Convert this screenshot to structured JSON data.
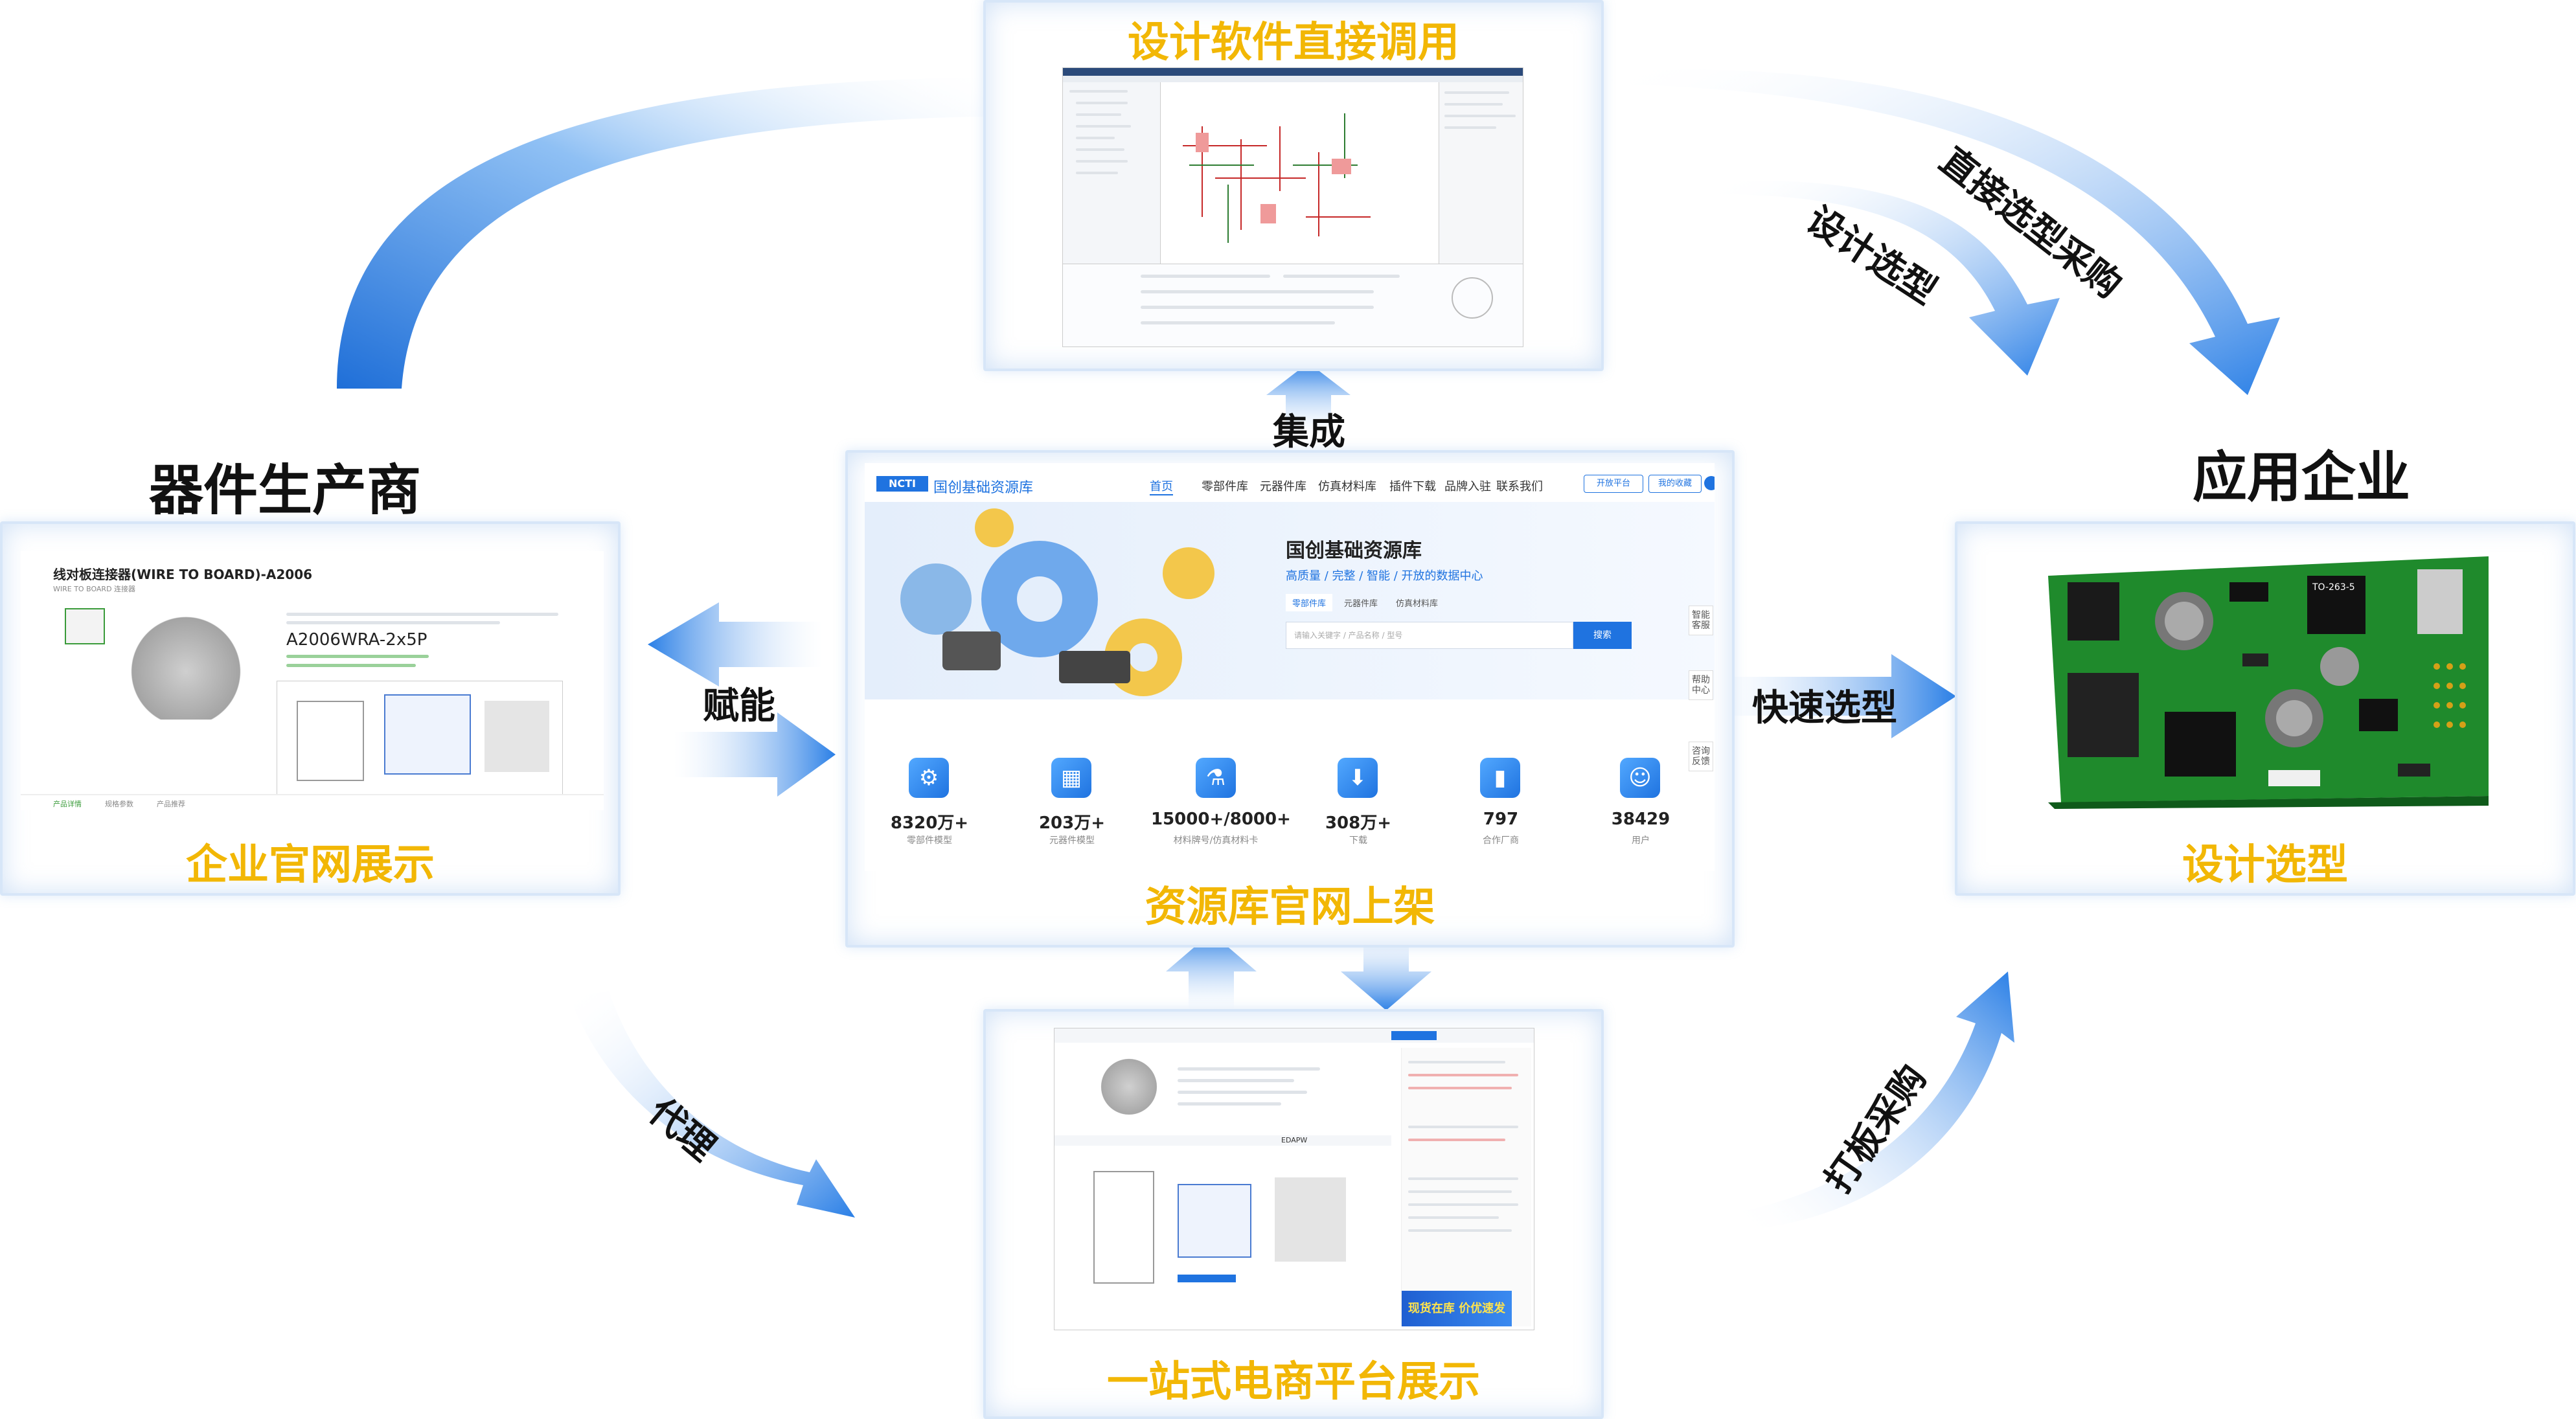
{
  "nodes": {
    "manufacturer": "器件生产商",
    "enterprise": "应用企业"
  },
  "panels": {
    "design_software": "设计软件直接调用",
    "official_site": "企业官网展示",
    "resource_library": "资源库官网上架",
    "ecommerce": "一站式电商平台展示",
    "design_selection": "设计选型"
  },
  "arrows": {
    "integrate": "集成",
    "empower": "赋能",
    "agent": "代理",
    "quick_select": "快速选型",
    "design_select": "设计选型",
    "direct_purchase": "直接选型采购",
    "prototype_purchase": "打板采购"
  },
  "official_site": {
    "title": "线对板连接器(WIRE TO BOARD)-A2006",
    "subtitle": "WIRE TO BOARD 连接器",
    "part": "A2006WRA-2x5P",
    "tabs": [
      "产品详情",
      "规格参数",
      "产品推荐"
    ]
  },
  "resource_site": {
    "logo": "国创基础资源库",
    "nav": [
      "首页",
      "零部件库",
      "元器件库",
      "仿真材料库",
      "插件下载",
      "品牌入驻",
      "联系我们"
    ],
    "hero_title": "国创基础资源库",
    "hero_sub": "高质量 / 完整 / 智能 / 开放的数据中心",
    "search_tabs": [
      "零部件库",
      "元器件库",
      "仿真材料库"
    ],
    "search_placeholder": "请输入关键字 / 产品名称 / 型号",
    "search_button": "搜索",
    "top_buttons": [
      "开放平台",
      "我的收藏"
    ],
    "side_tabs": [
      "智能客服",
      "帮助中心",
      "咨询反馈"
    ],
    "stats": [
      {
        "icon": "gear-icon",
        "value": "8320万+",
        "label": "零部件模型"
      },
      {
        "icon": "chip-icon",
        "value": "203万+",
        "label": "元器件模型"
      },
      {
        "icon": "flask-icon",
        "value": "15000+/8000+",
        "label": "材料牌号/仿真材料卡"
      },
      {
        "icon": "download-icon",
        "value": "308万+",
        "label": "下载"
      },
      {
        "icon": "building-icon",
        "value": "797",
        "label": "合作厂商"
      },
      {
        "icon": "user-icon",
        "value": "38429",
        "label": "用户"
      }
    ]
  },
  "ecommerce_site": {
    "promo": "现货在库 价优速发",
    "tab": "EDAPW"
  },
  "pcb": {
    "label1": "TO-263-5"
  },
  "colors": {
    "accent_yellow": "#f2b705",
    "arrow_blue": "#2a7fe6",
    "panel_border": "#d7e6f8",
    "pcb_green": "#1f8a2c"
  }
}
